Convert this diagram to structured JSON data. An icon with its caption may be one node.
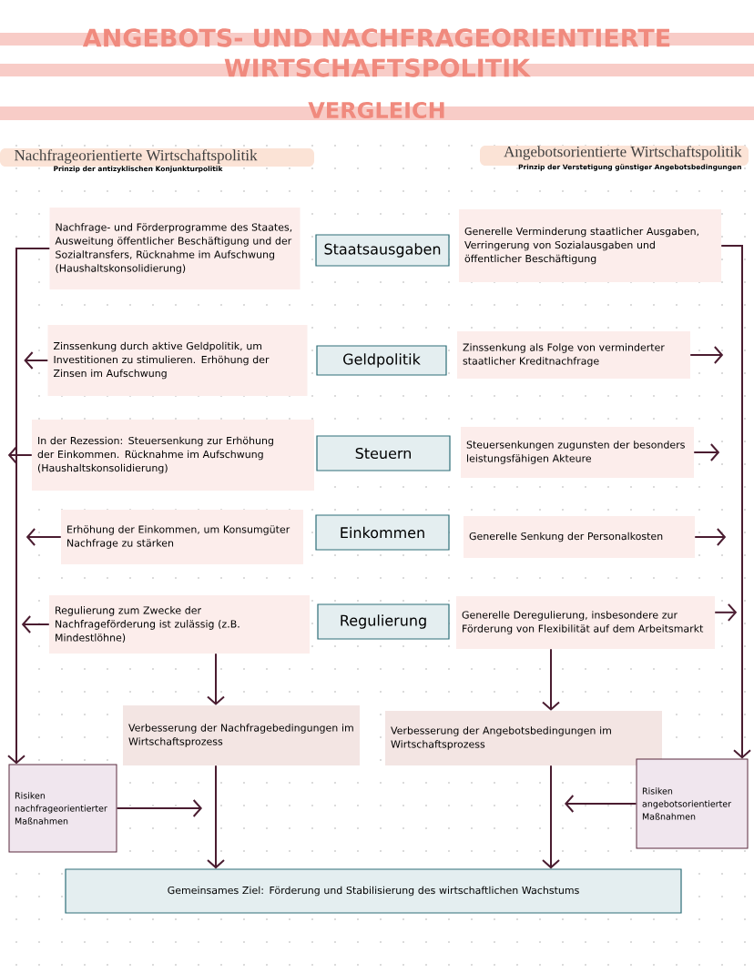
{
  "diagram": {
    "title": "ANGEBOTS- UND NACHFRAGEORIENTIERTE WIRTSCHAFTSPOLITIK",
    "nodes": [
      {
        "text": [
          "Nachfrage- und Förderprogramme des Staates, Ausweitung öffentlicher Beschäftigung und der Sozialtransfers, Rücknahme im Aufschwung (Haushaltskonsolidierung)"
        ]
      },
      {
        "text": [
          "Staatsausgaben"
        ]
      },
      {
        "text": [
          "Generelle Verminderung staatlicher Ausgaben, Verringerung von Sozialausgaben und öffentlicher Beschäftigung"
        ]
      },
      {
        "text": [
          "Zinssenkung durch aktive Geldpolitik, um Investitionen zu stimulieren. Erhöhung der Zinsen im Aufschwung"
        ]
      },
      {
        "text": [
          "Geldpolitik"
        ]
      },
      {
        "text": [
          "Zinssenkung als Folge von verminderter staatlicher Kreditnachfrage"
        ]
      },
      {
        "text": [
          "In der Rezession: Steuersenkung zur Erhöhung der Einkommen. Rücknahme im Aufschwung (Haushaltskonsolidierung)"
        ]
      },
      {
        "text": [
          "Steuern"
        ]
      },
      {
        "text": [
          "Steuersenkungen zugunsten der besonders leistungsfähigen Akteure"
        ]
      },
      {
        "text": [
          "Erhöhung der Einkommen, um Konsumgüter Nachfrage zu stärken"
        ]
      },
      {
        "text": [
          "Einkommen"
        ]
      },
      {
        "text": [
          "Generelle Senkung der Personalkosten"
        ]
      },
      {
        "text": [
          "Regulierung zum Zwecke der Nachfrageförderung ist zulässig (z.B. Mindestlöhne)"
        ]
      },
      {
        "text": [
          "Regulierung"
        ]
      },
      {
        "text": [
          "Generelle Deregulierung, insbesondere zur Förderung von Flexibilität auf dem Arbeitsmarkt"
        ]
      },
      {
        "text": [
          "Verbesserung der Nachfragebedingungen im Wirtschaftsprozess"
        ]
      },
      {
        "text": [
          "Verbesserung der Angebotsbedingungen im Wirtschaftsprozess"
        ]
      },
      {
        "text": [
          "Risiken nachfrageorientierter Maßnahmen"
        ]
      },
      {
        "text": [
          "Risiken angebotsorientierter Maßnahmen"
        ]
      },
      {
        "text": [
          "Gemeinsames Ziel: Förderung und Stabilisierung des wirtschaftlichen Wachstums"
        ]
      }
    ],
    "edges": [
      {
        "from": 0,
        "to": 17,
        "arrow": "to"
      },
      {
        "from": 2,
        "to": 18,
        "arrow": "to"
      },
      {
        "from": 3,
        "to": null,
        "arrow": "to"
      },
      {
        "from": 5,
        "to": null,
        "arrow": "to"
      },
      {
        "from": 6,
        "to": null,
        "arrow": "to"
      },
      {
        "from": 8,
        "to": null,
        "arrow": "to"
      },
      {
        "from": 9,
        "to": null,
        "arrow": "to"
      },
      {
        "from": 11,
        "to": null,
        "arrow": "to"
      },
      {
        "from": 12,
        "to": null,
        "arrow": "to"
      },
      {
        "from": 14,
        "to": null,
        "arrow": "to"
      },
      {
        "from": 12,
        "to": 15,
        "arrow": "to"
      },
      {
        "from": 14,
        "to": 16,
        "arrow": "to"
      },
      {
        "from": 15,
        "to": 19,
        "arrow": "to"
      },
      {
        "from": 16,
        "to": 19,
        "arrow": "to"
      },
      {
        "from": 17,
        "to": null,
        "arrow": "to"
      },
      {
        "from": 18,
        "to": null,
        "arrow": "to"
      }
    ],
    "labels": [
      "VERGLEICH",
      "Nachfrageorientierte Wirtschaftspolitik",
      "Prinzip der antizyklischen Konjunkturpolitik",
      "Angebotsorientierte Wirtschaftspolitik",
      "Prinzip der Verstetigung günstiger Angebotsbedingungen"
    ]
  }
}
